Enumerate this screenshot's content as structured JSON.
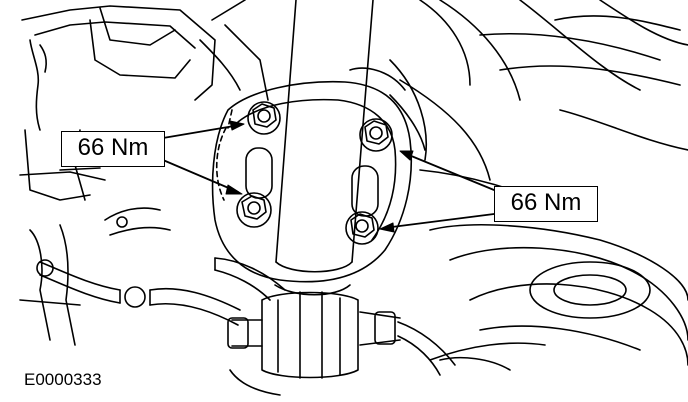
{
  "callouts": {
    "left_torque": "66 Nm",
    "right_torque": "66 Nm"
  },
  "figure_id": "E0000333",
  "colors": {
    "line": "#000000",
    "background": "#ffffff"
  }
}
